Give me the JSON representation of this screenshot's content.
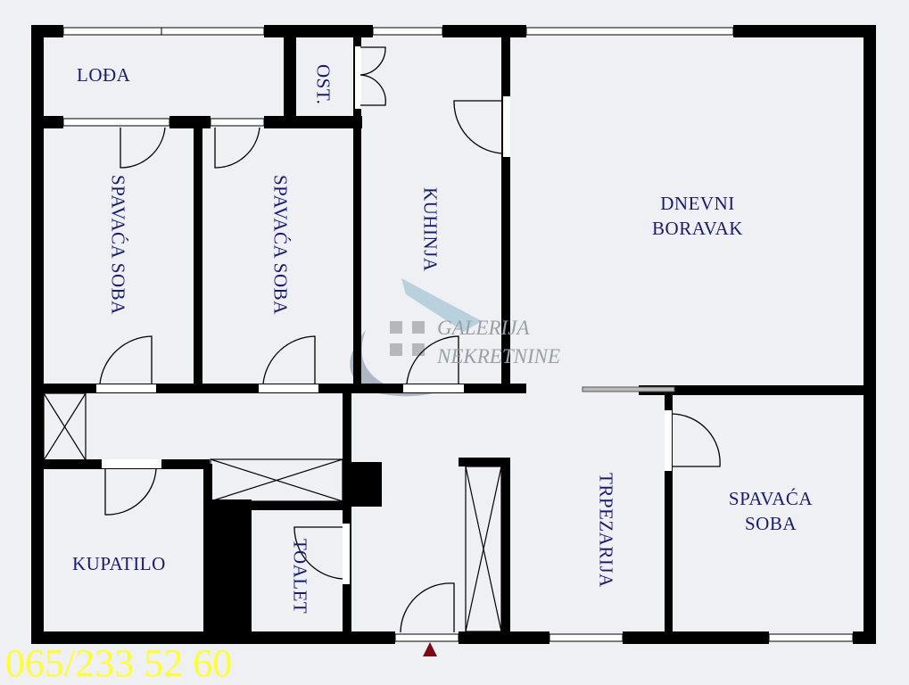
{
  "floorplan": {
    "rooms": [
      {
        "id": "lodja",
        "label": "LOĐA"
      },
      {
        "id": "ostava",
        "label": "OST."
      },
      {
        "id": "bedroom1",
        "label": "SPAVAĆA SOBA"
      },
      {
        "id": "bedroom2",
        "label": "SPAVAĆA SOBA"
      },
      {
        "id": "kitchen",
        "label": "KUHINJA"
      },
      {
        "id": "living",
        "label_line1": "DNEVNI",
        "label_line2": "BORAVAK"
      },
      {
        "id": "bathroom",
        "label": "KUPATILO"
      },
      {
        "id": "toilet",
        "label": "TOALET"
      },
      {
        "id": "dining",
        "label": "TRPEZARIJA"
      },
      {
        "id": "bedroom3",
        "label_line1": "SPAVAĆA",
        "label_line2": "SOBA"
      }
    ],
    "entrance_marker": "triangle-up",
    "colors": {
      "wall": "#000000",
      "floor": "#eef0f3",
      "label": "#1a1a6e",
      "phone": "#ffff33",
      "entrance": "#7a0a14",
      "watermark": "#9aa0a8"
    }
  },
  "watermark": {
    "line1": "GALERIJA",
    "line2": "NEKRETNINE"
  },
  "contact": {
    "phone": "065/233 52 60"
  }
}
